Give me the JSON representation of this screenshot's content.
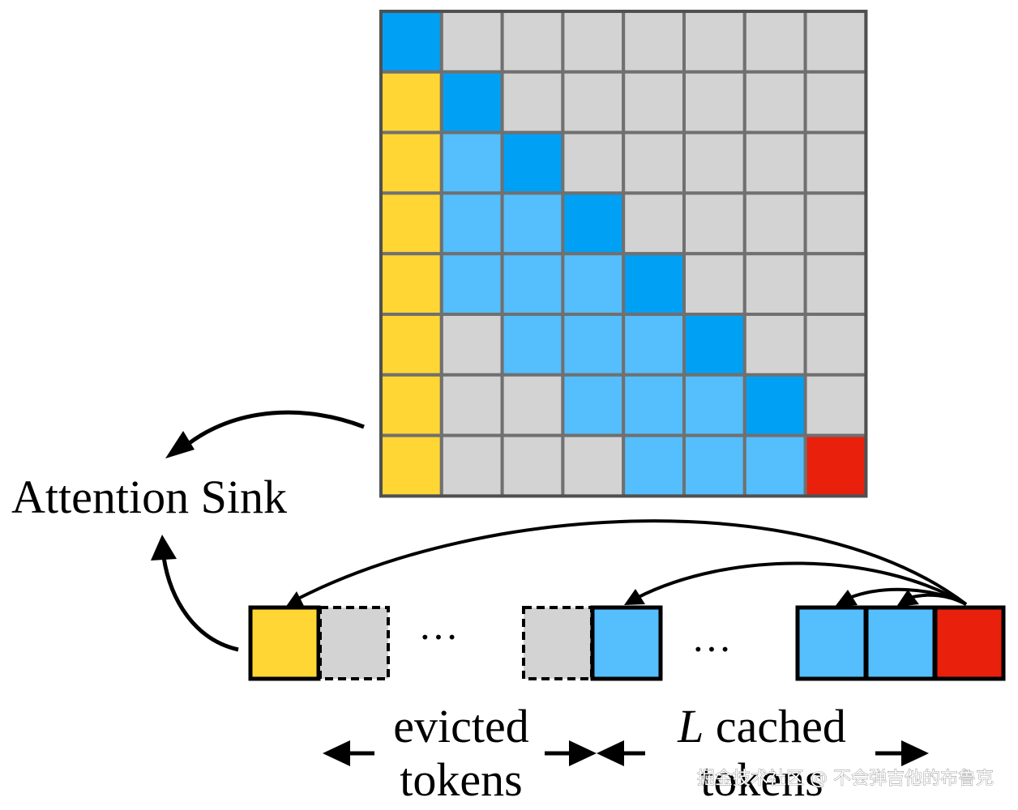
{
  "colors": {
    "sink": "#FFD633",
    "diagonal": "#00A0F5",
    "window": "#55BEFC",
    "masked": "#D3D3D3",
    "current": "#E8200C",
    "grid_line": "#707070",
    "frame": "#505050",
    "ink": "#000000"
  },
  "matrix": {
    "size": 8,
    "legend": [
      "sink",
      "diagonal",
      "window",
      "masked",
      "current"
    ],
    "rows": [
      [
        1,
        3,
        3,
        3,
        3,
        3,
        3,
        3
      ],
      [
        0,
        1,
        3,
        3,
        3,
        3,
        3,
        3
      ],
      [
        0,
        2,
        1,
        3,
        3,
        3,
        3,
        3
      ],
      [
        0,
        2,
        2,
        1,
        3,
        3,
        3,
        3
      ],
      [
        0,
        2,
        2,
        2,
        1,
        3,
        3,
        3
      ],
      [
        0,
        3,
        2,
        2,
        2,
        1,
        3,
        3
      ],
      [
        0,
        3,
        3,
        2,
        2,
        2,
        1,
        3
      ],
      [
        0,
        3,
        3,
        3,
        2,
        2,
        2,
        4
      ]
    ]
  },
  "labels": {
    "attention_sink": "Attention Sink",
    "evicted_line1": "evicted",
    "evicted_line2": "tokens",
    "cached_var": "L",
    "cached_line1": "cached",
    "cached_line2": "tokens",
    "ellipsis": "···"
  },
  "token_sequence": [
    {
      "kind": "sink",
      "style": "solid"
    },
    {
      "kind": "masked",
      "style": "dashed"
    },
    {
      "kind": "gap"
    },
    {
      "kind": "masked",
      "style": "dashed"
    },
    {
      "kind": "window",
      "style": "solid"
    },
    {
      "kind": "gap"
    },
    {
      "kind": "window",
      "style": "solid"
    },
    {
      "kind": "window",
      "style": "solid"
    },
    {
      "kind": "current",
      "style": "solid"
    }
  ],
  "watermark": "掘金技术社区 @ 不会弹吉他的布鲁克"
}
